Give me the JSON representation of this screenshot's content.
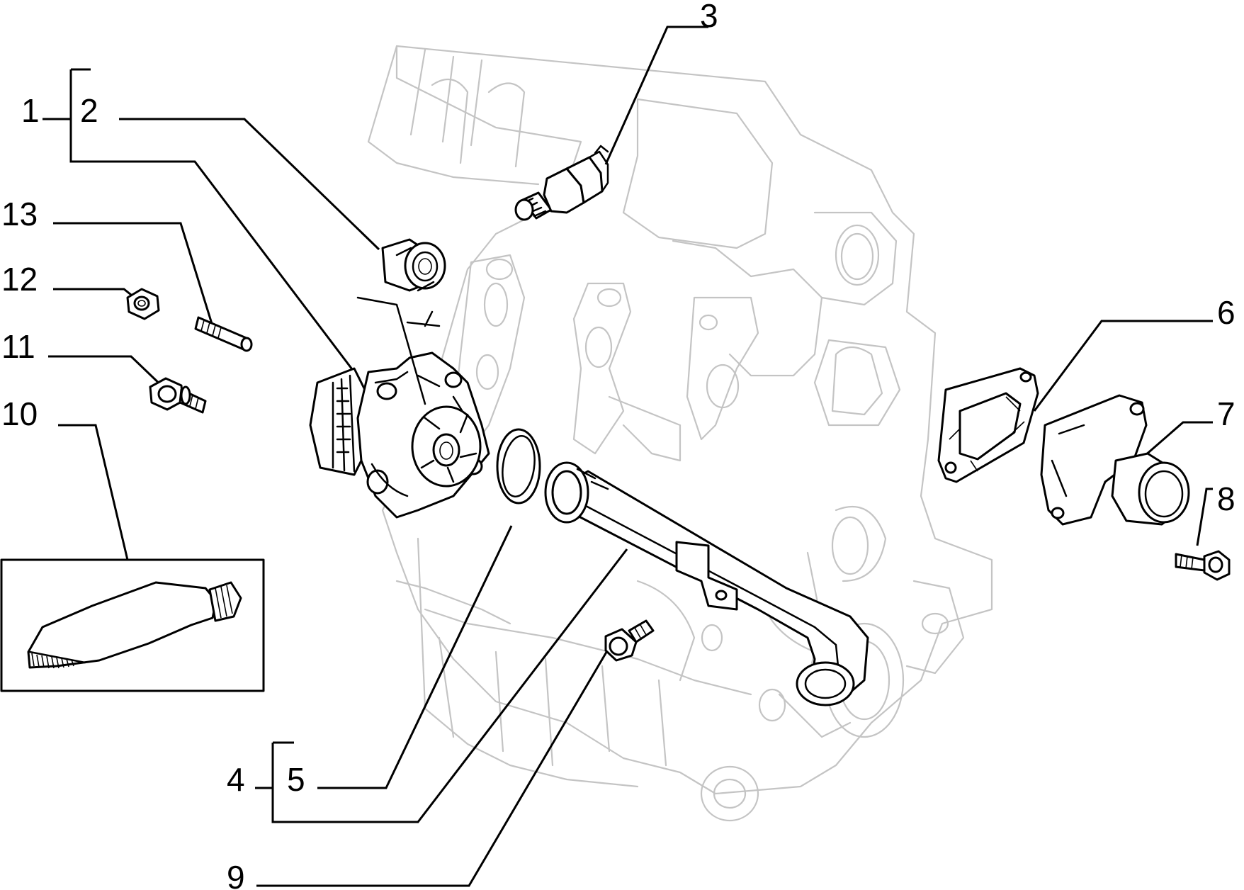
{
  "diagram": {
    "background": "#ffffff",
    "ink": "#000000",
    "ghost_ink": "#c4c4c4",
    "callouts": [
      {
        "id": "c1",
        "label": "1"
      },
      {
        "id": "c2",
        "label": "2"
      },
      {
        "id": "c3",
        "label": "3"
      },
      {
        "id": "c4",
        "label": "4"
      },
      {
        "id": "c5",
        "label": "5"
      },
      {
        "id": "c6",
        "label": "6"
      },
      {
        "id": "c7",
        "label": "7"
      },
      {
        "id": "c8",
        "label": "8"
      },
      {
        "id": "c9",
        "label": "9"
      },
      {
        "id": "c10",
        "label": "10"
      },
      {
        "id": "c11",
        "label": "11"
      },
      {
        "id": "c12",
        "label": "12"
      },
      {
        "id": "c13",
        "label": "13"
      }
    ]
  }
}
